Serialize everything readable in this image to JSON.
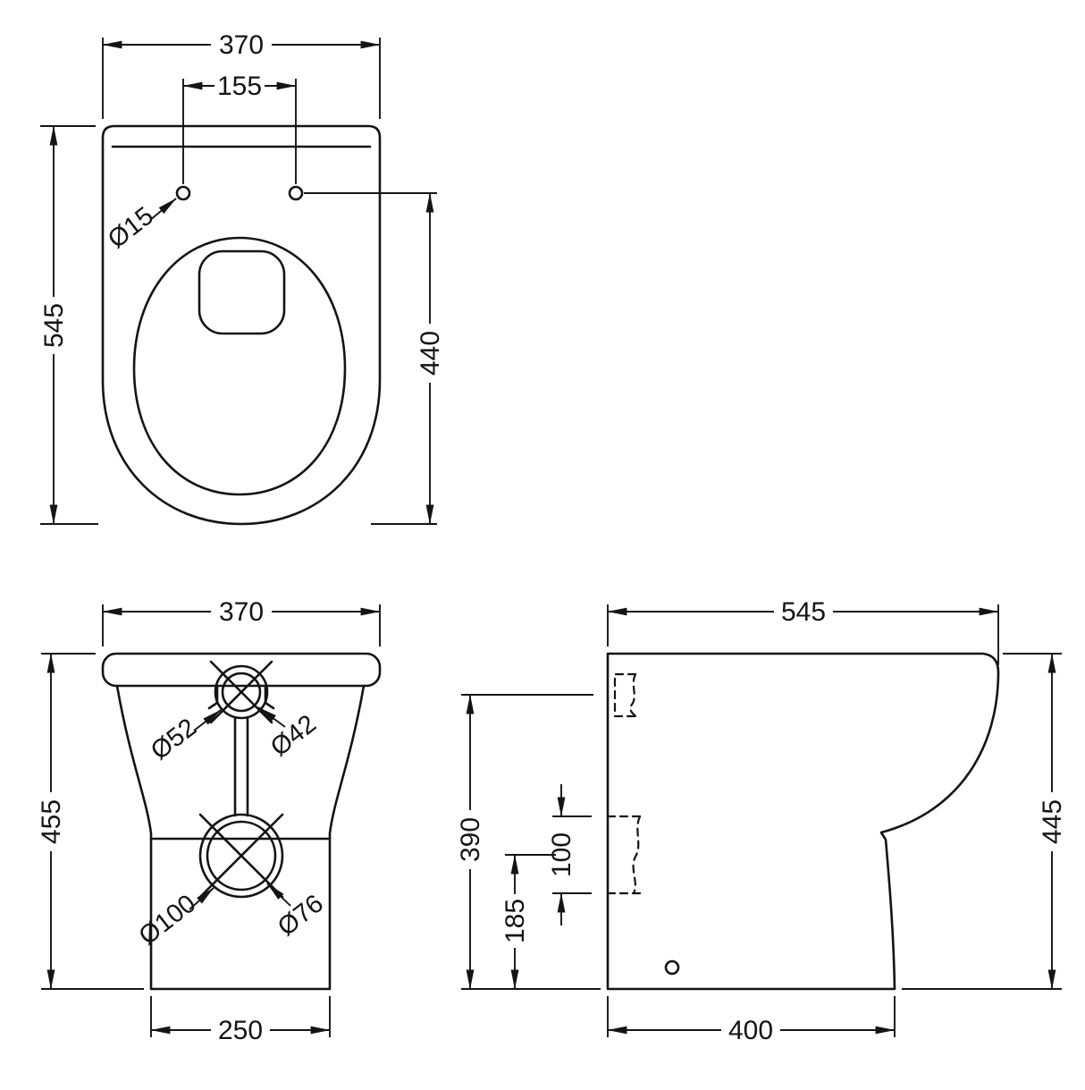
{
  "drawing": {
    "top_view": {
      "width": "370",
      "fixing_centres": "155",
      "depth": "545",
      "fixing_to_front": "440",
      "fixing_hole_dia": "Ø15"
    },
    "front_view": {
      "width": "370",
      "height": "455",
      "base_width": "250",
      "inlet_outer_dia": "Ø52",
      "inlet_inner_dia": "Ø42",
      "outlet_outer_dia": "Ø100",
      "outlet_inner_dia": "Ø76"
    },
    "side_view": {
      "depth": "545",
      "height": "445",
      "inlet_height": "390",
      "outlet_centre_height": "185",
      "outlet_cutout": "100",
      "base_depth": "400"
    }
  }
}
